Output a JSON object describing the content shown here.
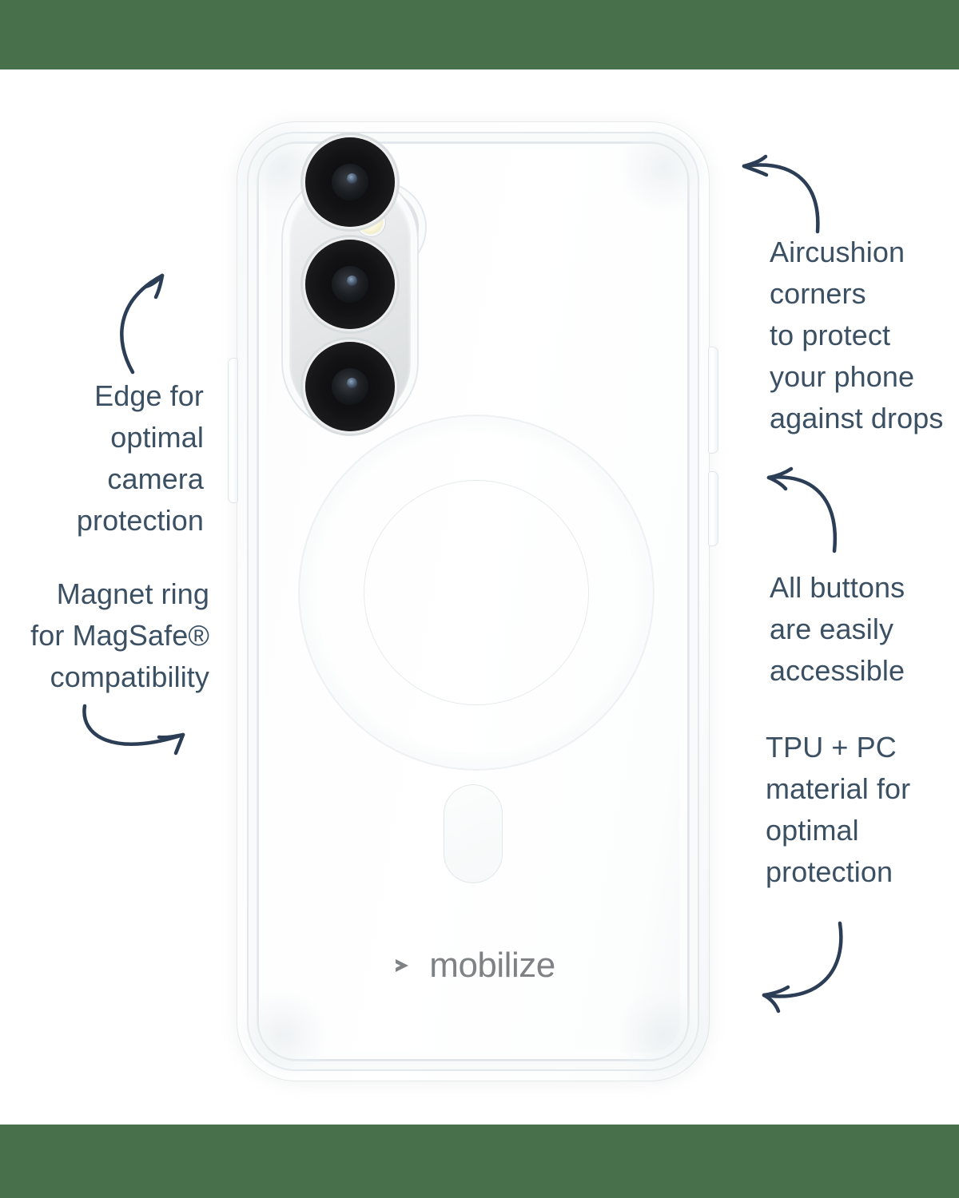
{
  "theme": {
    "band_color": "#48704a",
    "text_color": "#3c5063",
    "arrow_color": "#2c3e56",
    "brand_color": "#7f8285",
    "background": "#ffffff"
  },
  "product": {
    "name": "clear-phone-case",
    "brand": {
      "mark": "chevron-right-icon",
      "label": "mobilize"
    },
    "features": {
      "camera_lens_count": 3,
      "flash": "led-flash",
      "magsafe_ring": "magnet-ring",
      "alignment_key": "alignment-pill",
      "side_buttons": [
        "volume-up",
        "volume-down",
        "power"
      ]
    }
  },
  "annotations": {
    "left": [
      {
        "id": "edge-camera-protection",
        "text": "Edge for\noptimal\ncamera\nprotection",
        "arrow": "curved-arrow-up-right"
      },
      {
        "id": "magnet-ring-magsafe",
        "text": "Magnet ring\nfor MagSafe®\ncompatibility",
        "arrow": "curved-arrow-right-up"
      }
    ],
    "right": [
      {
        "id": "aircushion-corners",
        "text": "Aircushion\ncorners\nto protect\nyour phone\nagainst drops",
        "arrow": "curved-arrow-up-left"
      },
      {
        "id": "all-buttons-accessible",
        "text": "All buttons\nare easily\naccessible",
        "arrow": "curved-arrow-up-left"
      },
      {
        "id": "tpu-pc-material",
        "text": "TPU + PC\nmaterial for\noptimal\nprotection",
        "arrow": "curved-arrow-down-left"
      }
    ]
  }
}
